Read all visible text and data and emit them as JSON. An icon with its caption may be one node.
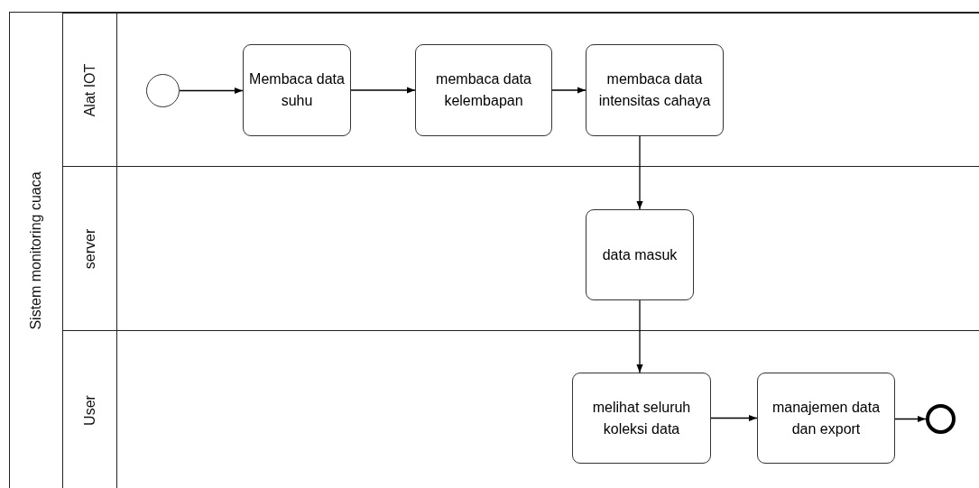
{
  "diagram": {
    "nodes": [
      {
        "text": [
          "Sistem monitoring cuaca"
        ]
      },
      {
        "text": [
          "Alat IOT"
        ],
        "in": 0
      },
      {
        "text": [
          "server"
        ],
        "in": 0
      },
      {
        "text": [
          "User"
        ],
        "in": 0
      },
      {
        "text": [],
        "shape": "circle",
        "in": 1
      },
      {
        "text": [
          "Membaca data suhu"
        ],
        "in": 1
      },
      {
        "text": [
          "membaca data kelembapan"
        ],
        "in": 1
      },
      {
        "text": [
          "membaca data intensitas cahaya"
        ],
        "in": 1
      },
      {
        "text": [
          "data masuk"
        ],
        "in": 2
      },
      {
        "text": [
          "melihat seluruh koleksi data"
        ],
        "in": 3
      },
      {
        "text": [
          "manajemen data dan export"
        ],
        "in": 3
      },
      {
        "text": [],
        "shape": "circle",
        "in": 3
      }
    ],
    "edges": [
      {
        "from": 4,
        "to": 5,
        "arrow": "to"
      },
      {
        "from": 5,
        "to": 6,
        "arrow": "to"
      },
      {
        "from": 6,
        "to": 7,
        "arrow": "to"
      },
      {
        "from": 7,
        "to": 8,
        "arrow": "to"
      },
      {
        "from": 8,
        "to": 9,
        "arrow": "to"
      },
      {
        "from": 9,
        "to": 10,
        "arrow": "to"
      },
      {
        "from": 10,
        "to": 11,
        "arrow": "to"
      }
    ]
  }
}
